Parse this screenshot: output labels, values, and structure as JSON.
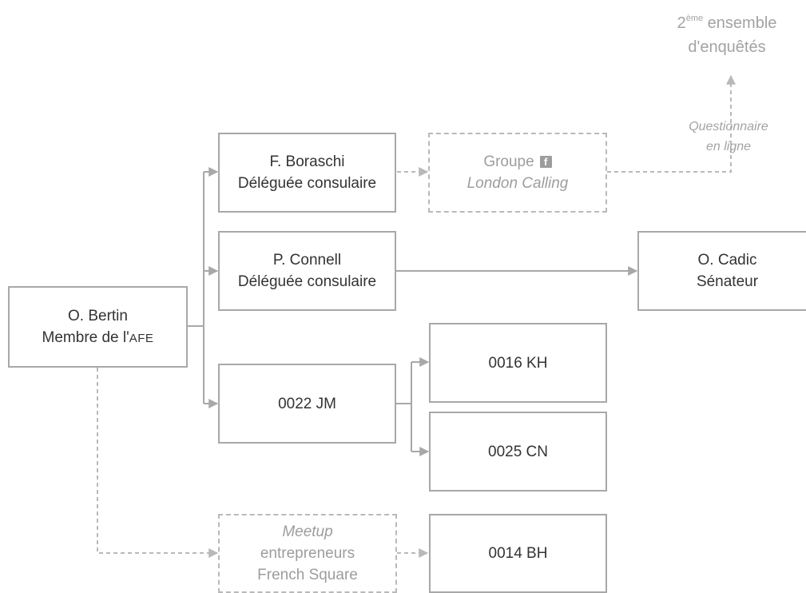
{
  "nodes": {
    "bertin": {
      "line1": "O. Bertin",
      "line2_prefix": "Membre de l'",
      "line2_abbr": "AFE"
    },
    "boraschi": {
      "line1": "F. Boraschi",
      "line2": "Déléguée consulaire"
    },
    "connell": {
      "line1": "P. Connell",
      "line2": "Déléguée consulaire"
    },
    "cadic": {
      "line1": "O. Cadic",
      "line2": "Sénateur"
    },
    "jm": {
      "line1": "0022 JM"
    },
    "kh": {
      "line1": "0016 KH"
    },
    "cn": {
      "line1": "0025 CN"
    },
    "bh": {
      "line1": "0014 BH"
    },
    "facebook_group": {
      "line1": "Groupe",
      "icon": "facebook-icon",
      "icon_glyph": "f",
      "line2": "London Calling"
    },
    "meetup": {
      "line1": "Meetup",
      "line2": "entrepreneurs",
      "line3": "French Square"
    }
  },
  "labels": {
    "survey_prefix": "2",
    "survey_sup": "ème",
    "survey_word": " ensemble",
    "survey_line2": "d'enquêtés",
    "questionnaire_line1": "Questionnaire",
    "questionnaire_line2": "en ligne"
  },
  "colors": {
    "solid_stroke": "#a8a8a8",
    "dashed_stroke": "#b9b9b9",
    "faded_text": "#9d9d9d",
    "text": "#333333"
  }
}
